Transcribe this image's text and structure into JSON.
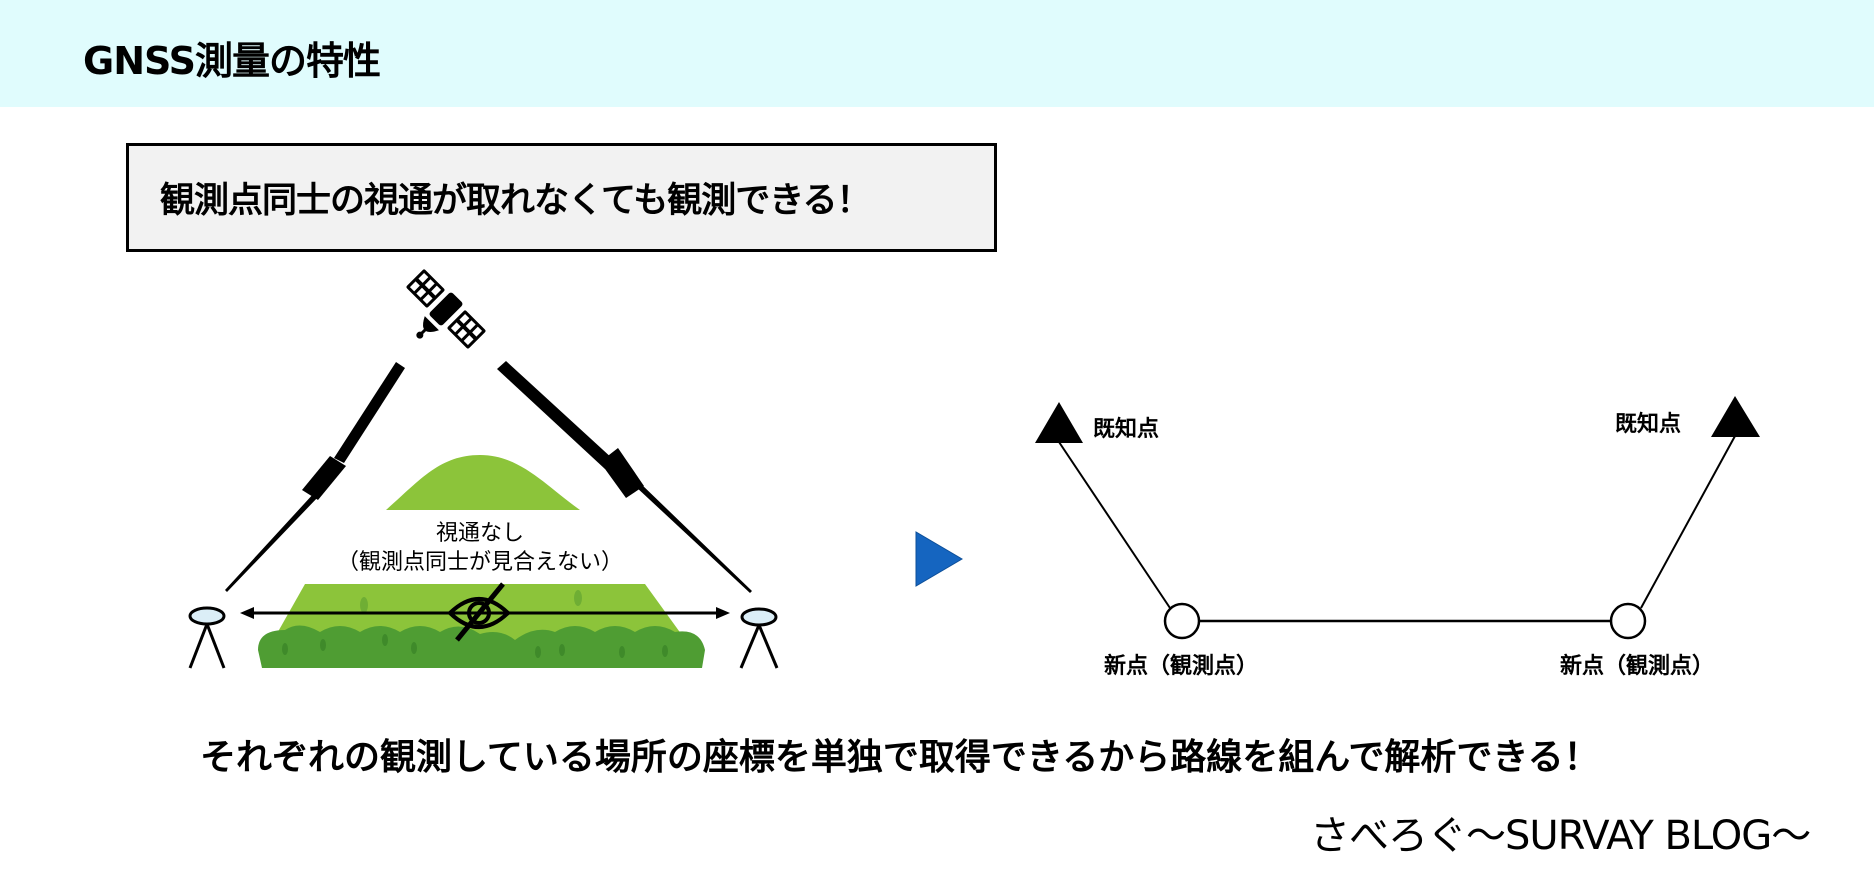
{
  "header": {
    "title": "GNSS測量の特性",
    "background_color": "#e0fcfd"
  },
  "callout": {
    "text": "観測点同士の視通が取れなくても観測できる！",
    "background_color": "#f2f2f2",
    "border_color": "#000000"
  },
  "left_diagram": {
    "satellite_icon": "satellite-icon",
    "signal_icons": [
      "lightning-bolt-icon",
      "lightning-bolt-icon"
    ],
    "mountain_colors": {
      "light": "#8cc43a",
      "dark": "#4f9d33"
    },
    "no_line_of_sight_label_line1": "視通なし",
    "no_line_of_sight_label_line2": "（観測点同士が見合えない）",
    "blocked_view_icon": "eye-slash-icon",
    "receivers": [
      "tripod-receiver-icon",
      "tripod-receiver-icon"
    ],
    "receiver_fill": "#dbeef7"
  },
  "transition_arrow": {
    "icon": "play-triangle-icon",
    "color": "#1565c0"
  },
  "right_diagram": {
    "known_point_left_label": "既知点",
    "known_point_right_label": "既知点",
    "new_point_left_label": "新点（観測点）",
    "new_point_right_label": "新点（観測点）"
  },
  "bottom_text": "それぞれの観測している場所の座標を単独で取得できるから路線を組んで解析できる！",
  "watermark": "さべろぐ〜SURVAY BLOG〜"
}
